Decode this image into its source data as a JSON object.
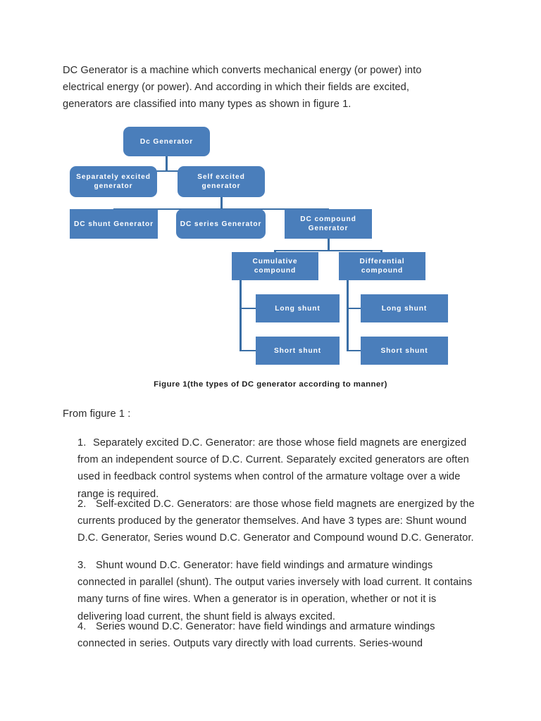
{
  "document": {
    "intro_paragraph": "DC Generator is a machine which converts mechanical energy (or power) into electrical energy (or power). And according in which their fields are excited, generators are classified into many types as shown in figure 1.",
    "from_figure_line": "From figure 1 :",
    "figure_caption": "Figure 1(the types of DC generator according to manner)"
  },
  "figure": {
    "accent_color": "#4a7ebb",
    "connector_color": "#3a6ea5",
    "label_color": "#ffffff",
    "nodes": {
      "root": "Dc Generator",
      "separately_excited": "Separately excited generator",
      "self_excited": "Self excited generator",
      "dc_shunt": "DC shunt Generator",
      "dc_series": "DC series Generator",
      "dc_compound": "DC compound Generator",
      "cumulative_compound": "Cumulative compound",
      "differential_compound": "Differential compound",
      "cumulative_long_shunt": "Long shunt",
      "cumulative_short_shunt": "Short shunt",
      "differential_long_shunt": "Long shunt",
      "differential_short_shunt": "Short shunt"
    }
  },
  "list_items": [
    {
      "number": "1.",
      "text": "Separately excited D.C. Generator: are those whose field magnets are energized from an independent source of D.C. Current. Separately excited generators are often used in feedback control systems when control of the armature voltage over a wide range is required."
    },
    {
      "number": "2.",
      "text": "Self-excited D.C. Generators: are those whose field magnets are energized by the currents produced by the generator themselves. And have 3 types are: Shunt wound D.C. Generator, Series wound D.C. Generator and Compound wound D.C. Generator."
    },
    {
      "number": "3.",
      "text": "Shunt wound D.C. Generator: have field windings and armature windings connected in parallel (shunt). The output varies inversely with load current. It contains many turns of fine wires. When a generator is in operation, whether or not it is delivering load current, the shunt field is always excited."
    },
    {
      "number": "4.",
      "text": "Series wound D.C. Generator: have field windings and armature windings connected in series. Outputs vary directly with load currents. Series-wound"
    }
  ]
}
